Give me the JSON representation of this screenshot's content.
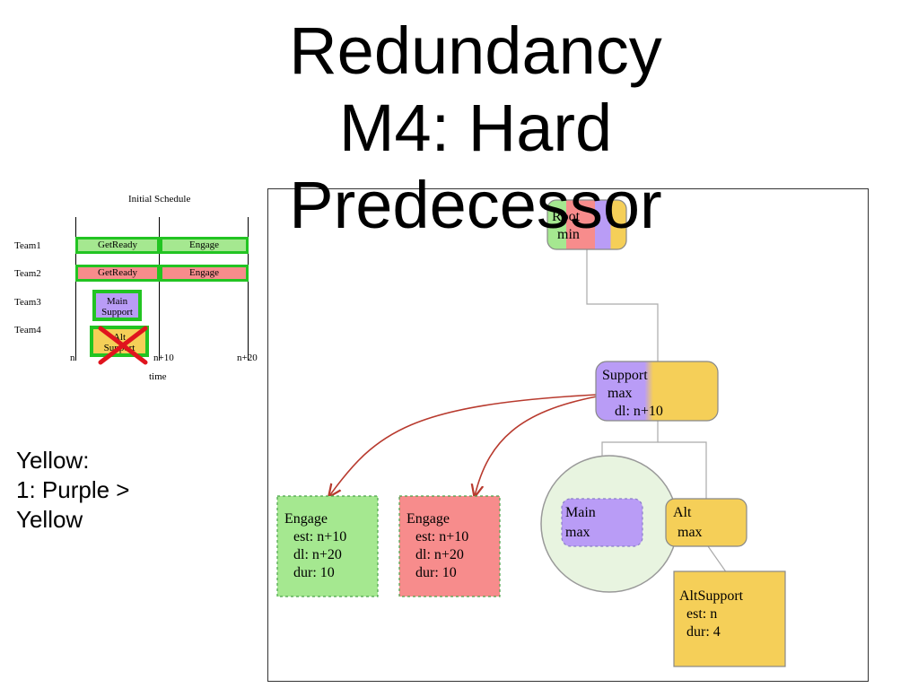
{
  "title": {
    "lines": [
      "...",
      "Redundancy",
      "M4: Hard",
      "Predecessor"
    ]
  },
  "schedule": {
    "title": "Initial Schedule",
    "teams": [
      "Team1",
      "Team2",
      "Team3",
      "Team4"
    ],
    "team1": {
      "a": "GetReady",
      "b": "Engage"
    },
    "team2": {
      "a": "GetReady",
      "b": "Engage"
    },
    "main_support": [
      "Main",
      "Support"
    ],
    "alt_support": [
      "Alt",
      "Support"
    ],
    "axis": {
      "n": "n",
      "n10": "n+10",
      "n20": "n+20",
      "label": "time"
    }
  },
  "note": {
    "lines": [
      "Yellow:",
      "1: Purple >",
      "Yellow"
    ]
  },
  "colors": {
    "green": "#a5e890",
    "red": "#f78c8c",
    "purple": "#b99cf6",
    "yellow": "#f5cf58",
    "border_green": "#22c422"
  },
  "tree": {
    "root": {
      "label": "Root",
      "sub": "min"
    },
    "support": {
      "label": "Support",
      "kind": "max",
      "dl": "dl: n+10"
    },
    "engage_green": {
      "label": "Engage",
      "est": "est: n+10",
      "dl": "dl: n+20",
      "dur": "dur: 10"
    },
    "engage_red": {
      "label": "Engage",
      "est": "est: n+10",
      "dl": "dl: n+20",
      "dur": "dur: 10"
    },
    "main": {
      "label": "Main",
      "kind": "max"
    },
    "alt": {
      "label": "Alt",
      "kind": "max"
    },
    "alt_support": {
      "label": "AltSupport",
      "est": "est: n",
      "dur": "dur: 4"
    }
  }
}
